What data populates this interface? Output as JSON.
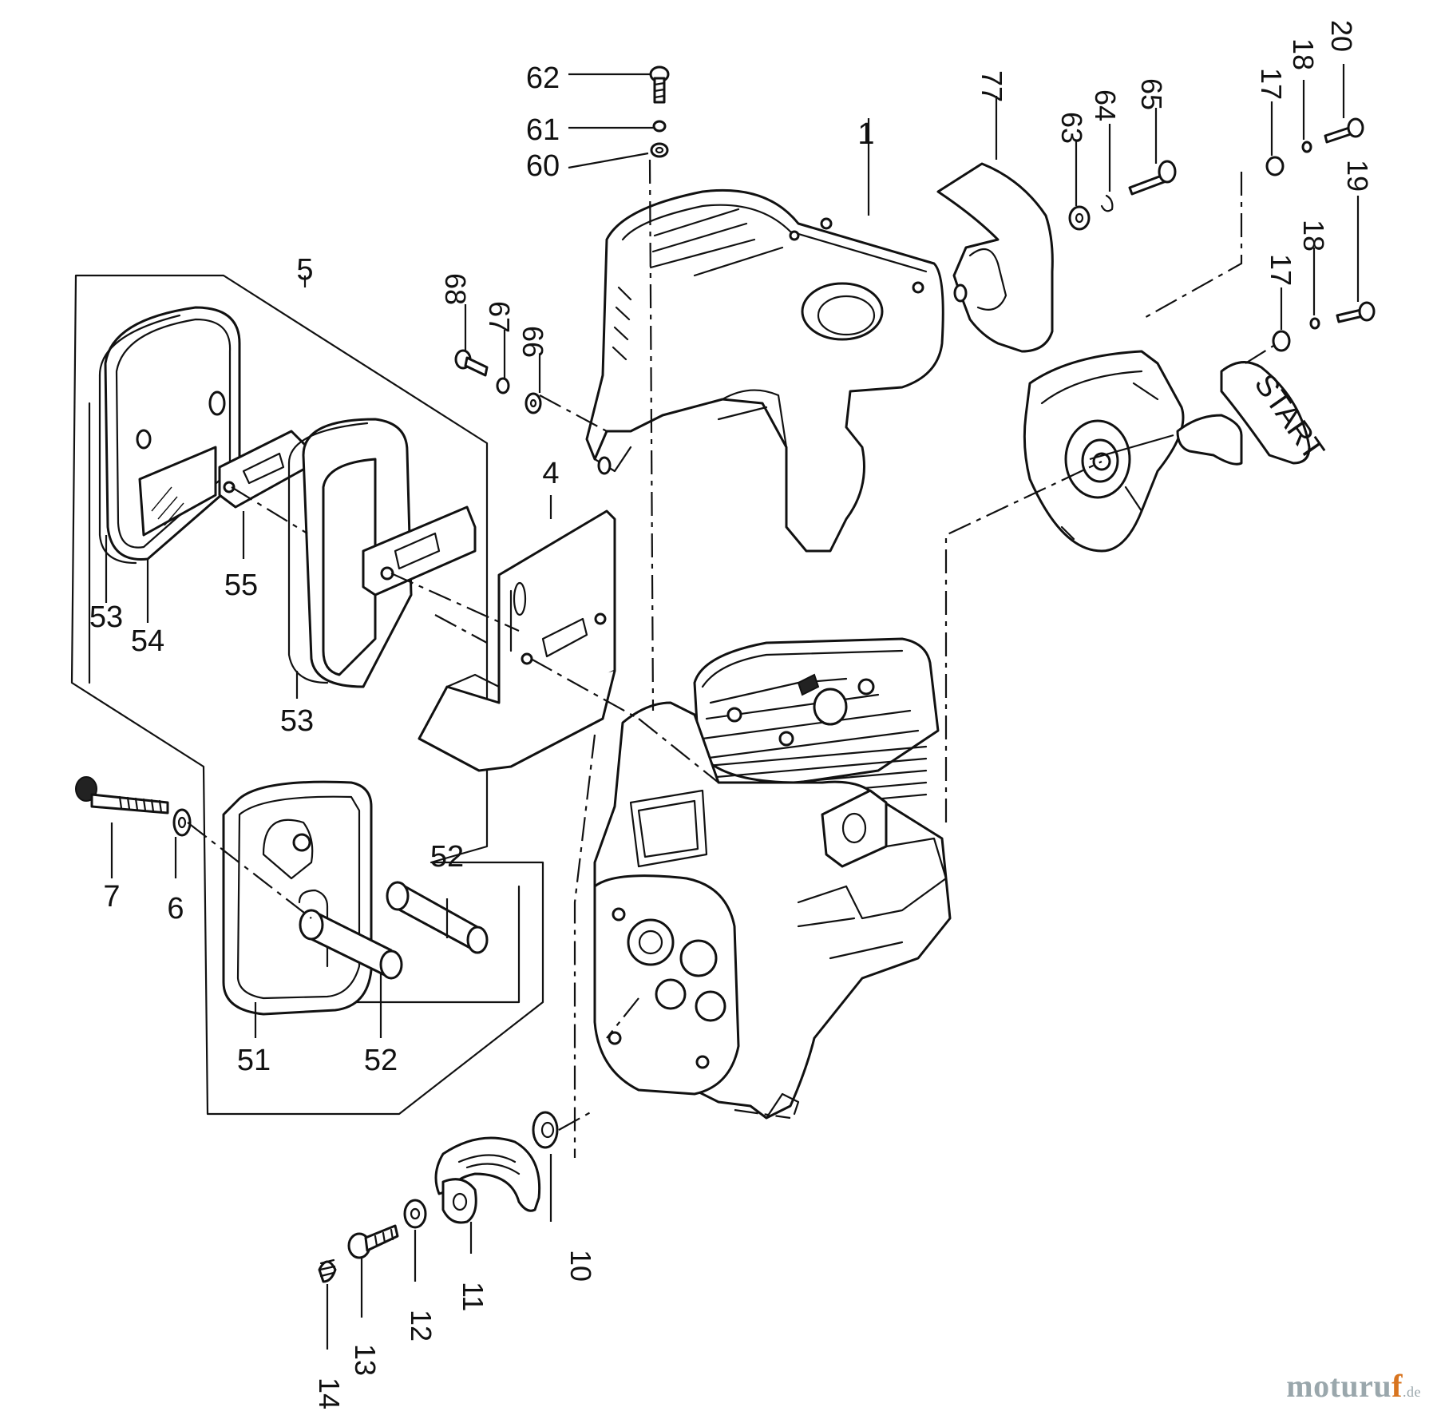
{
  "labels": {
    "p1": "1",
    "p4": "4",
    "p5": "5",
    "p6": "6",
    "p7": "7",
    "p10": "10",
    "p11": "11",
    "p12": "12",
    "p13": "13",
    "p14": "14",
    "p17a": "17",
    "p17b": "17",
    "p18a": "18",
    "p18b": "18",
    "p19": "19",
    "p20": "20",
    "p51": "51",
    "p52a": "52",
    "p52b": "52",
    "p53a": "53",
    "p53b": "53",
    "p54": "54",
    "p55": "55",
    "p60": "60",
    "p61": "61",
    "p62": "62",
    "p63": "63",
    "p64": "64",
    "p65": "65",
    "p66": "66",
    "p67": "67",
    "p68": "68",
    "p77": "77"
  },
  "starter_handle_text": "START",
  "watermark": {
    "main": "moturu",
    "accent": "f",
    "suffix": ".de"
  }
}
